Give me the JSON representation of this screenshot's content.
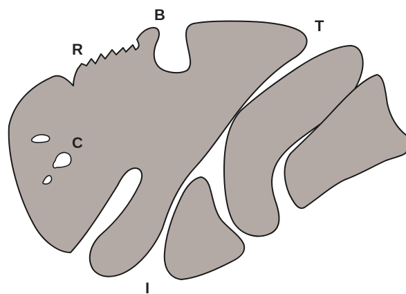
{
  "diagram": {
    "labels": {
      "b": "B",
      "t": "T",
      "r": "R",
      "c": "C",
      "i": "I"
    },
    "colors": {
      "fill": "#b3aaa6",
      "stroke": "#1a1a1a",
      "background": "#ffffff",
      "label": "#222222"
    }
  }
}
